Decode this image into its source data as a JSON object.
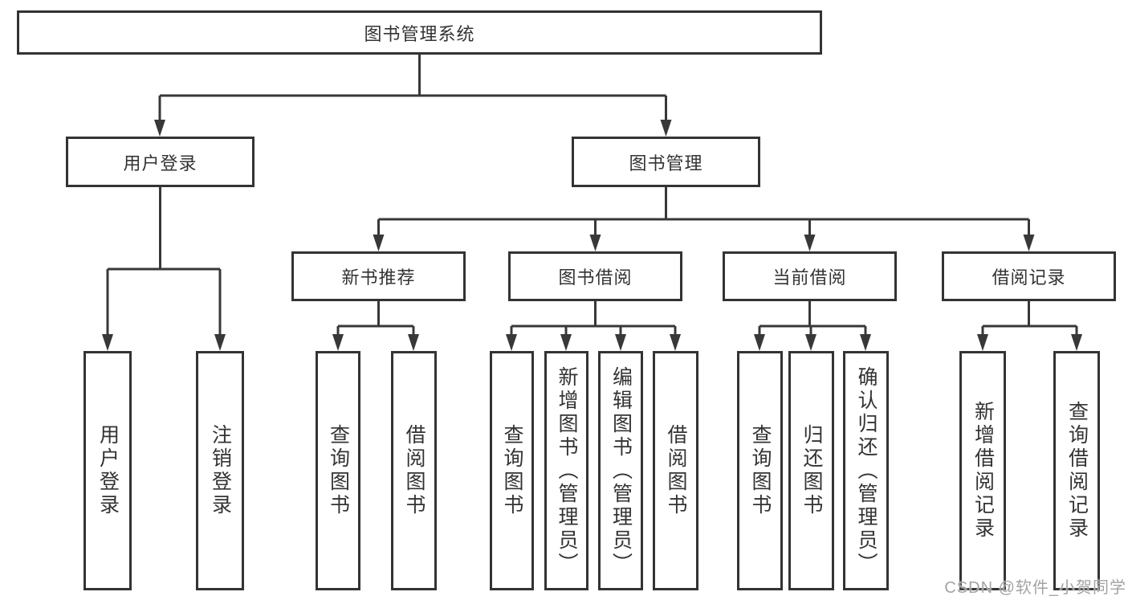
{
  "diagram": {
    "root": {
      "label": "图书管理系统"
    },
    "branches": {
      "login": {
        "label": "用户登录",
        "leaves": [
          {
            "label": "用户登录"
          },
          {
            "label": "注销登录"
          }
        ]
      },
      "management": {
        "label": "图书管理",
        "sections": [
          {
            "label": "新书推荐",
            "leaves": [
              {
                "label": "查询图书"
              },
              {
                "label": "借阅图书"
              }
            ]
          },
          {
            "label": "图书借阅",
            "leaves": [
              {
                "label": "查询图书"
              },
              {
                "label": "新增图书（管理员）"
              },
              {
                "label": "编辑图书（管理员）"
              },
              {
                "label": "借阅图书"
              }
            ]
          },
          {
            "label": "当前借阅",
            "leaves": [
              {
                "label": "查询图书"
              },
              {
                "label": "归还图书"
              },
              {
                "label": "确认归还（管理员）"
              }
            ]
          },
          {
            "label": "借阅记录",
            "leaves": [
              {
                "label": "新增借阅记录"
              },
              {
                "label": "查询借阅记录"
              }
            ]
          }
        ]
      }
    }
  },
  "watermark": {
    "text": "CSDN @软件_小贺同学"
  },
  "colors": {
    "background": "#ffffff",
    "line": "#383838",
    "box_border": "#333333",
    "text": "#333333",
    "watermark_text": "#a3a3a3"
  }
}
